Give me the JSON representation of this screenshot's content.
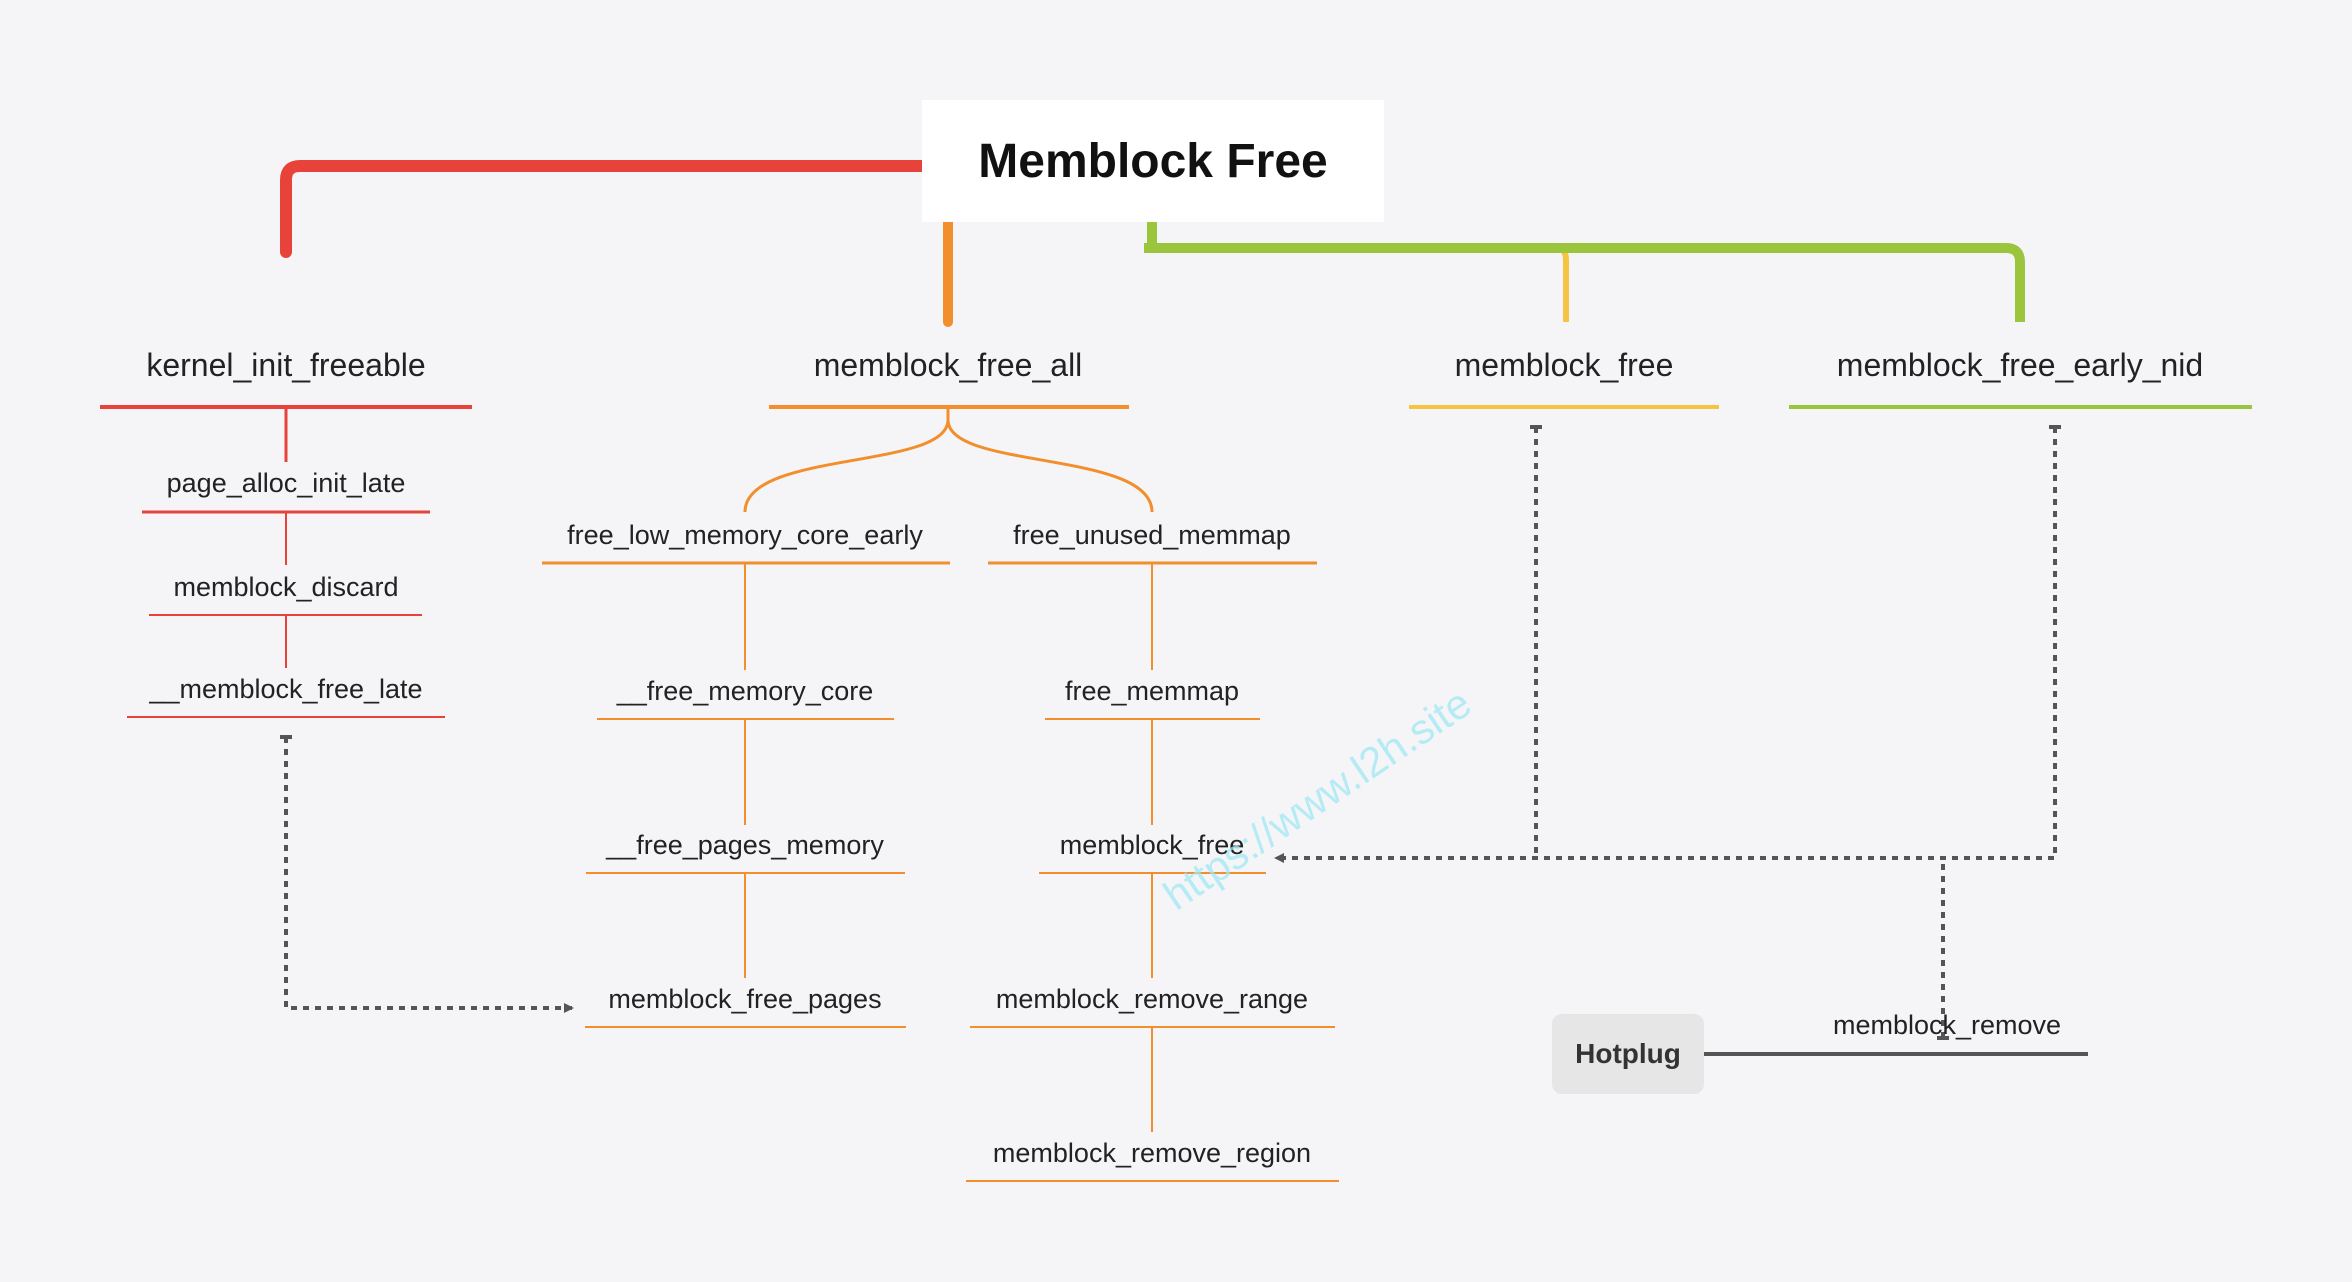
{
  "root": {
    "title": "Memblock Free"
  },
  "branches": {
    "kernel_init_freeable": {
      "label": "kernel_init_freeable",
      "color": "#e8433a",
      "children": [
        "page_alloc_init_late",
        "memblock_discard",
        "__memblock_free_late"
      ]
    },
    "memblock_free_all": {
      "label": "memblock_free_all",
      "color": "#f28e2b",
      "left": {
        "label": "free_low_memory_core_early",
        "children": [
          "__free_memory_core",
          "__free_pages_memory",
          "memblock_free_pages"
        ]
      },
      "right": {
        "label": "free_unused_memmap",
        "children": [
          "free_memmap",
          "memblock_free",
          "memblock_remove_range",
          "memblock_remove_region"
        ]
      }
    },
    "memblock_free": {
      "label": "memblock_free",
      "color": "#f6c443"
    },
    "memblock_free_early_nid": {
      "label": "memblock_free_early_nid",
      "color": "#9bc53d"
    }
  },
  "hotplug": {
    "label": "Hotplug",
    "child": "memblock_remove"
  },
  "watermark": "https://www.l2h.site"
}
